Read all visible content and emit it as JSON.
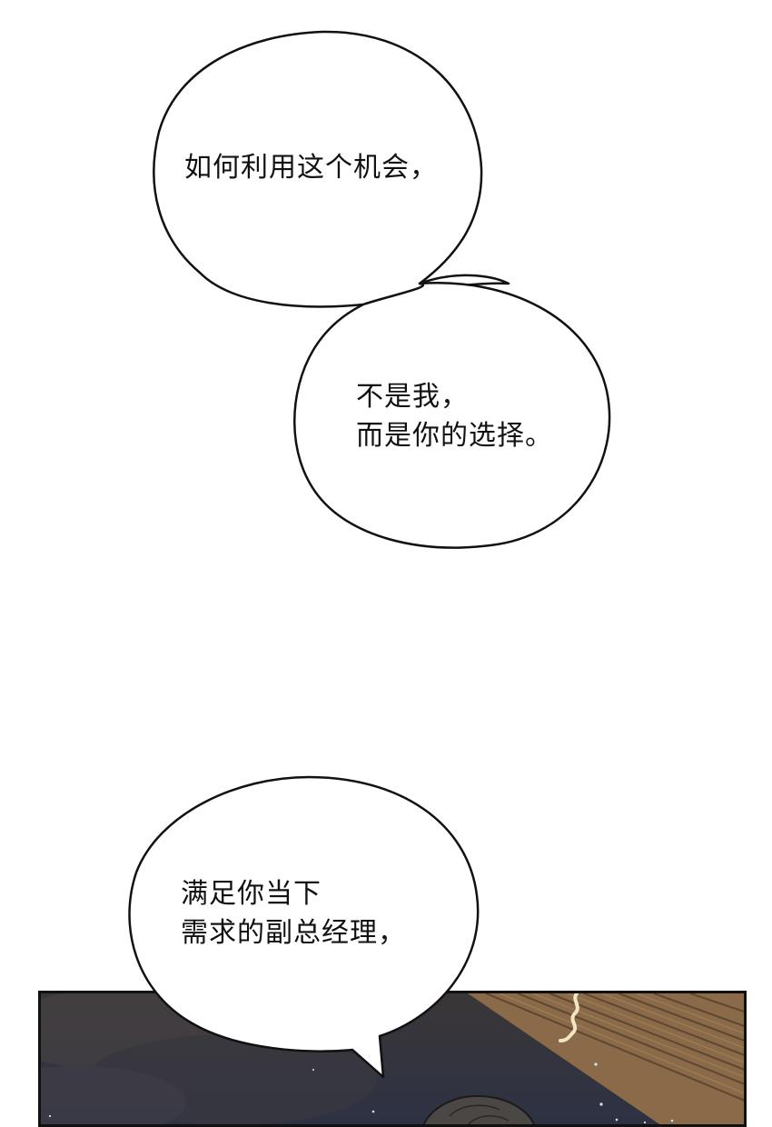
{
  "page": {
    "type": "webcomic-strip",
    "background_color": "#ffffff"
  },
  "bubbles": [
    {
      "id": "bubble-1",
      "lines": [
        "如何利用这个机会，"
      ]
    },
    {
      "id": "bubble-2",
      "lines": [
        "不是我，",
        "而是你的选择。"
      ]
    },
    {
      "id": "bubble-3",
      "lines": [
        "满足你当下",
        "需求的副总经理，"
      ]
    }
  ],
  "panel": {
    "description": "night sky scene with wooden roof eaves and top of a character's head",
    "colors": {
      "border": "#111111",
      "sky_dark": "#2d3142",
      "cloud": "#4a4648",
      "roof": "#8a6a48",
      "roof_line": "#5e4630",
      "hair": "#4b4744",
      "star": "#cfe8f0"
    }
  },
  "text_blocks": {
    "bubble_1_text": "如何利用这个机会，",
    "bubble_2_text": "不是我，\n而是你的选择。",
    "bubble_3_text": "满足你当下\n需求的副总经理，"
  }
}
